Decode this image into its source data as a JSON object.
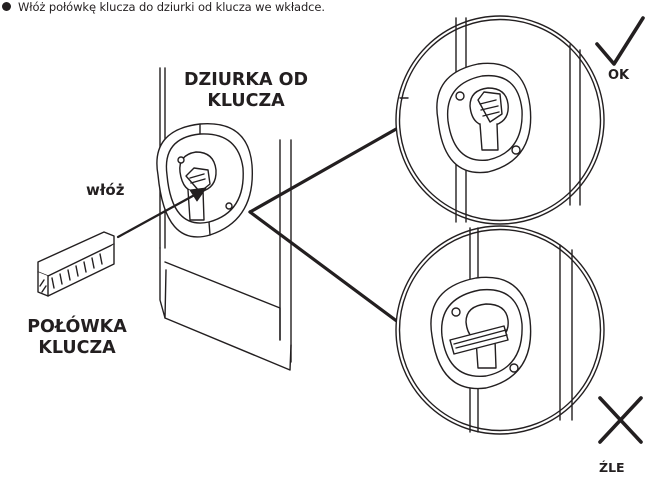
{
  "instruction": {
    "step_marker": "step-bullet",
    "text": "Włóż połówkę klucza do dziurki od klucza we wkładce."
  },
  "labels": {
    "keyhole_line1": "DZIURKA OD",
    "keyhole_line2": "KLUCZA",
    "insert": "włóż",
    "half_key_line1": "POŁÓWKA",
    "half_key_line2": "KLUCZA",
    "ok": "OK",
    "wrong": "ŹLE"
  },
  "icons": {
    "correct": "checkmark-icon",
    "incorrect": "cross-icon"
  },
  "colors": {
    "ink": "#231f20",
    "background": "#ffffff"
  }
}
